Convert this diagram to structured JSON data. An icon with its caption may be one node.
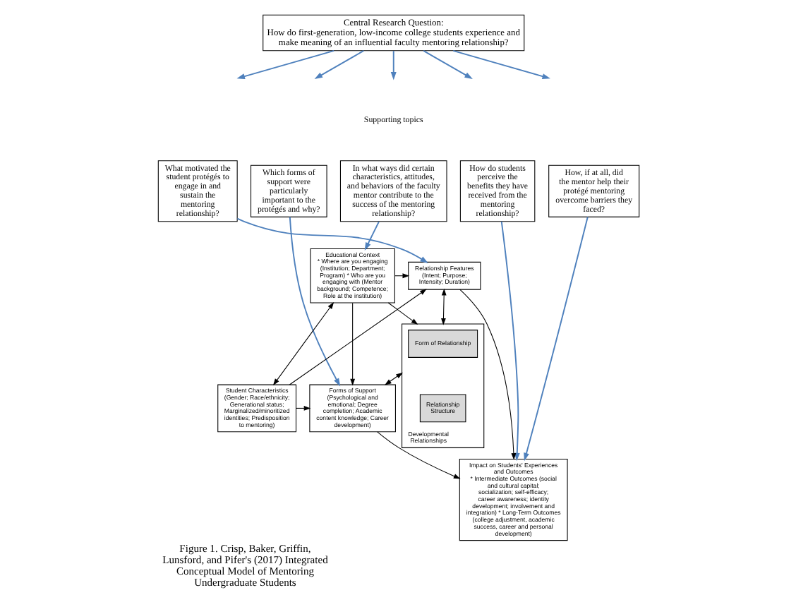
{
  "diagram": {
    "caption": "Figure 1. Crisp, Baker, Griffin, Lunsford, and Pifer's (2017) Integrated Conceptual Model of Mentoring Undergraduate Students",
    "nodes": [
      {
        "text": [
          "Central Research Question:",
          "How do first-generation, low-income college students experience and make meaning of an influential faculty mentoring relationship?"
        ]
      },
      {
        "text": [
          "What motivated the student protégés to engage in and sustain the mentoring relationship?"
        ]
      },
      {
        "text": [
          "Which forms of support were particularly important to the protégés and why?"
        ]
      },
      {
        "text": [
          "In what ways did certain characteristics, attitudes, and behaviors of the faculty mentor contribute to the success of the mentoring relationship?"
        ]
      },
      {
        "text": [
          "How do students perceive the benefits they have received from the mentoring relationship?"
        ]
      },
      {
        "text": [
          "How, if at all, did the mentor help their protégé mentoring overcome barriers they faced?"
        ]
      },
      {
        "text": [
          "Educational Context",
          "* Where are you engaging (Institution; Department; Program) * Who are you engaging with (Mentor background; Competence; Role at the institution)"
        ]
      },
      {
        "text": [
          "Relationship Features",
          "(Intent; Purpose; Intensity; Duration)"
        ]
      },
      {
        "text": [
          "Developmental Relationships"
        ]
      },
      {
        "text": [
          "Form of Relationship"
        ],
        "in": 8
      },
      {
        "text": [
          "Relationship Structure"
        ],
        "in": 8
      },
      {
        "text": [
          "Impact on Students' Experiences and Outcomes",
          "* Intermediate Outcomes (social and cultural capital; socialization; self-efficacy; career awareness; identity development; involvement and integration) * Long-Term Outcomes (college adjustment, academic success, career and personal development)"
        ]
      },
      {
        "text": [
          "Student Characteristics",
          "(Gender; Race/ethnicity; Generational status; Marginalized/minoritized identities; Predisposition to mentoring)"
        ]
      },
      {
        "text": [
          "Forms of Support",
          "(Psychological and emotional; Degree completion; Academic content knowledge; Career development)"
        ]
      }
    ],
    "edges": [
      {
        "from": 0,
        "to": null,
        "arrow": "to",
        "color": "#4f81bd"
      },
      {
        "from": 0,
        "to": null,
        "arrow": "to",
        "color": "#4f81bd"
      },
      {
        "from": 0,
        "to": null,
        "arrow": "to",
        "color": "#4f81bd"
      },
      {
        "from": 0,
        "to": null,
        "arrow": "to",
        "color": "#4f81bd"
      },
      {
        "from": 0,
        "to": null,
        "arrow": "to",
        "color": "#4f81bd"
      },
      {
        "from": 1,
        "to": 7,
        "arrow": "to",
        "color": "#4f81bd"
      },
      {
        "from": 2,
        "to": 13,
        "arrow": "to",
        "color": "#4f81bd"
      },
      {
        "from": 3,
        "to": 6,
        "arrow": "to",
        "color": "#4f81bd"
      },
      {
        "from": 4,
        "to": 11,
        "arrow": "to",
        "color": "#4f81bd"
      },
      {
        "from": 5,
        "to": 11,
        "arrow": "to",
        "color": "#4f81bd"
      },
      {
        "from": 6,
        "to": 7,
        "arrow": "to",
        "color": "#000000"
      },
      {
        "from": 6,
        "to": 8,
        "arrow": "to",
        "color": "#000000"
      },
      {
        "from": 6,
        "to": 13,
        "arrow": "to",
        "color": "#000000"
      },
      {
        "from": 6,
        "to": 12,
        "arrow": "both",
        "color": "#000000"
      },
      {
        "from": 12,
        "to": 7,
        "arrow": "to",
        "color": "#000000"
      },
      {
        "from": 12,
        "to": 13,
        "arrow": "to",
        "color": "#000000"
      },
      {
        "from": 7,
        "to": 8,
        "arrow": "both",
        "color": "#000000"
      },
      {
        "from": 8,
        "to": 13,
        "arrow": "both",
        "color": "#000000"
      },
      {
        "from": 7,
        "to": 11,
        "arrow": "to",
        "color": "#000000"
      },
      {
        "from": 13,
        "to": 11,
        "arrow": "to",
        "color": "#000000"
      }
    ],
    "labels": [
      "Supporting topics"
    ]
  }
}
